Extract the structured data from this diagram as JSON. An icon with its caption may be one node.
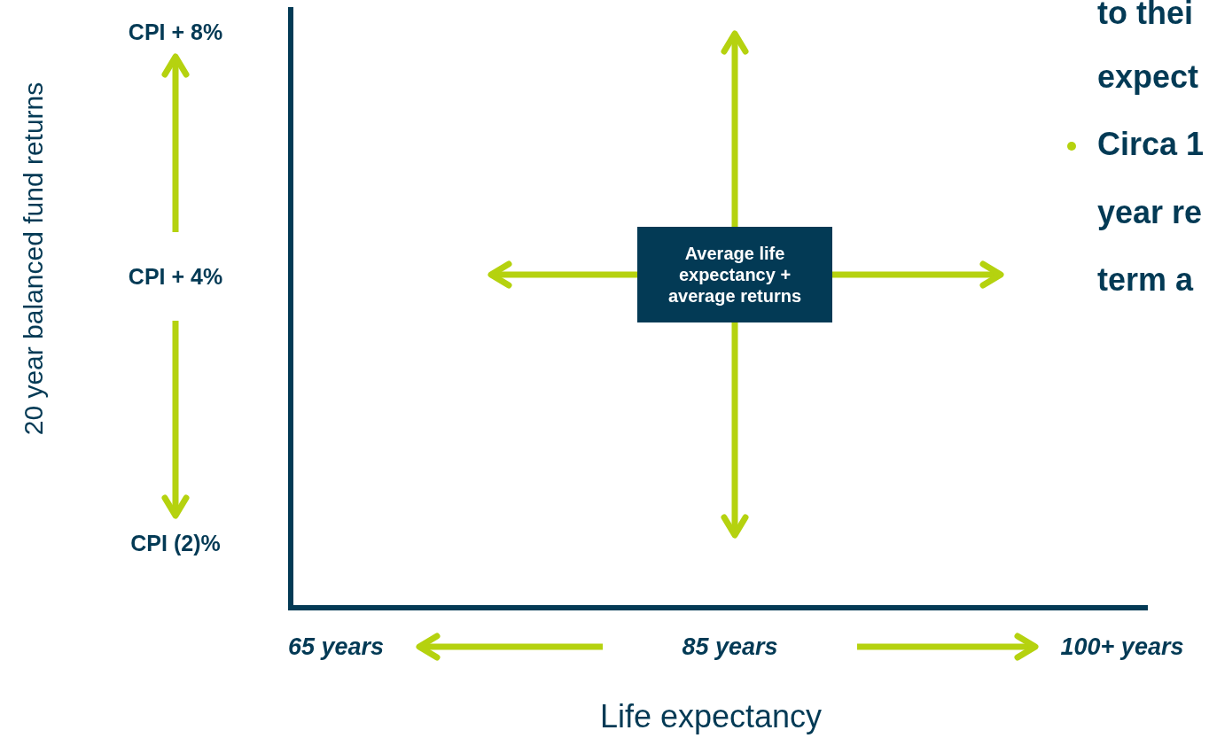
{
  "diagram": {
    "nodes": [
      {
        "text": [
          "Average life expectancy + average returns"
        ]
      },
      {
        "text": [
          "CPI + 8%"
        ]
      },
      {
        "text": [
          "CPI + 4%"
        ]
      },
      {
        "text": [
          "CPI (2)%"
        ]
      },
      {
        "text": [
          "65 years"
        ]
      },
      {
        "text": [
          "85 years"
        ]
      },
      {
        "text": [
          "100+ years"
        ]
      }
    ],
    "edges": [
      {
        "from": 0,
        "to": null,
        "arrow": "to"
      },
      {
        "from": 0,
        "to": null,
        "arrow": "to"
      },
      {
        "from": 0,
        "to": null,
        "arrow": "to"
      },
      {
        "from": 0,
        "to": null,
        "arrow": "to"
      },
      {
        "from": 2,
        "to": 1,
        "arrow": "to"
      },
      {
        "from": 2,
        "to": 3,
        "arrow": "to"
      },
      {
        "from": 5,
        "to": 4,
        "arrow": "to"
      },
      {
        "from": 5,
        "to": 6,
        "arrow": "to"
      }
    ],
    "labels": [
      "20 year balanced fund returns",
      "Life expectancy",
      "to thei",
      "expect",
      "Circa 1",
      "year re",
      "term a"
    ]
  }
}
